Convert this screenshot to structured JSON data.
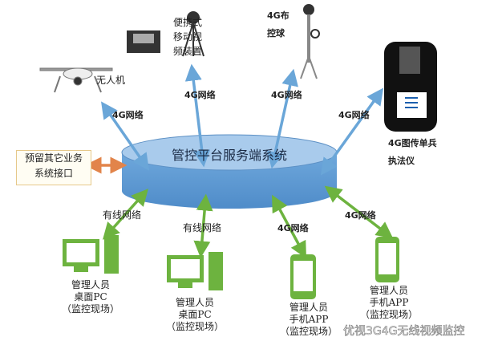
{
  "center_system": "管控平台服务端系统",
  "reserved_interface": [
    "预留其它业务",
    "系统接口"
  ],
  "top_devices": {
    "drone": "无人机",
    "portable": [
      "便携式",
      "移动视",
      "频装置"
    ],
    "ball": [
      "4G布",
      "控球"
    ],
    "bodycam": [
      "4G图传单兵",
      "执法仪"
    ]
  },
  "top_links": [
    "4G网络",
    "4G网络",
    "4G网络",
    "4G网络"
  ],
  "bottom_links": [
    "有线网络",
    "有线网络",
    "4G网络",
    "4G网络"
  ],
  "clients": [
    {
      "lines": [
        "管理人员",
        "桌面PC",
        "（监控现场）"
      ]
    },
    {
      "lines": [
        "管理人员",
        "桌面PC",
        "（监控现场）"
      ]
    },
    {
      "lines": [
        "管理人员",
        "手机APP",
        "（监控现场）"
      ]
    },
    {
      "lines": [
        "管理人员",
        "手机APP",
        "（监控现场）"
      ]
    }
  ],
  "watermark": "优视3G4G无线视频监控",
  "colors": {
    "blue_arrow": "#6aa6d8",
    "green": "#6db33f",
    "orange": "#e2844a",
    "cylinder": "#5b9bd5"
  }
}
